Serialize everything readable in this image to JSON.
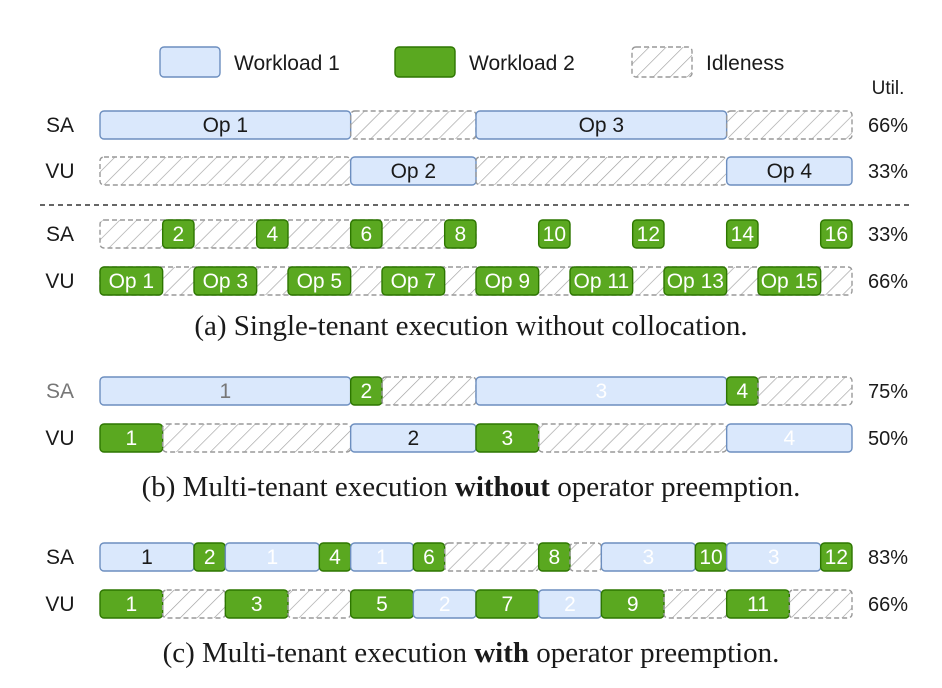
{
  "colors": {
    "workload1_fill": "#dae8fc",
    "workload1_stroke": "#6c8ebf",
    "workload2_fill": "#5aa820",
    "workload2_stroke": "#2d7600",
    "idle_stroke": "#999999",
    "text": "#1a1a1a",
    "muted_text": "#777777"
  },
  "legend": [
    {
      "kind": "w1",
      "label": "Workload 1"
    },
    {
      "kind": "w2",
      "label": "Workload 2"
    },
    {
      "kind": "idle",
      "label": "Idleness"
    }
  ],
  "util_header": "Util.",
  "timeline_length": 12,
  "sections": [
    {
      "caption_parts": [
        {
          "text": "(a) Single-tenant execution without collocation.",
          "bold": false
        }
      ],
      "rows": [
        {
          "label": "SA",
          "util": "66%",
          "segments": [
            {
              "kind": "w1",
              "start": 0,
              "end": 4,
              "label": "Op 1"
            },
            {
              "kind": "idle",
              "start": 4,
              "end": 6,
              "label": ""
            },
            {
              "kind": "w1",
              "start": 6,
              "end": 10,
              "label": "Op 3"
            },
            {
              "kind": "idle",
              "start": 10,
              "end": 12,
              "label": ""
            }
          ]
        },
        {
          "label": "VU",
          "util": "33%",
          "segments": [
            {
              "kind": "idle",
              "start": 0,
              "end": 4,
              "label": ""
            },
            {
              "kind": "w1",
              "start": 4,
              "end": 6,
              "label": "Op 2"
            },
            {
              "kind": "idle",
              "start": 6,
              "end": 10,
              "label": ""
            },
            {
              "kind": "w1",
              "start": 10,
              "end": 12,
              "label": "Op 4"
            }
          ]
        },
        {
          "label": "SA",
          "util": "33%",
          "segments": [
            {
              "kind": "idle",
              "start": 0,
              "end": 12,
              "label": ""
            },
            {
              "kind": "w2",
              "start": 2,
              "end": 3,
              "label": "2"
            },
            {
              "kind": "w2",
              "start": 5,
              "end": 6,
              "label": "4"
            },
            {
              "kind": "w2",
              "start": 8,
              "end": 9,
              "label": "6"
            },
            {
              "kind": "w2",
              "start": 11,
              "end": 12,
              "label": "8"
            },
            {
              "kind": "w2",
              "start": 14,
              "end": 15,
              "label": "10"
            },
            {
              "kind": "w2",
              "start": 17,
              "end": 18,
              "label": "12"
            },
            {
              "kind": "w2",
              "start": 20,
              "end": 21,
              "label": "14"
            },
            {
              "kind": "w2",
              "start": 23,
              "end": 24,
              "label": "16"
            }
          ],
          "scale": 24
        },
        {
          "label": "VU",
          "util": "66%",
          "segments": [
            {
              "kind": "idle",
              "start": 0,
              "end": 24,
              "label": ""
            },
            {
              "kind": "w2",
              "start": 0,
              "end": 2,
              "label": "Op 1"
            },
            {
              "kind": "w2",
              "start": 3,
              "end": 5,
              "label": "Op 3"
            },
            {
              "kind": "w2",
              "start": 6,
              "end": 8,
              "label": "Op 5"
            },
            {
              "kind": "w2",
              "start": 9,
              "end": 11,
              "label": "Op 7"
            },
            {
              "kind": "w2",
              "start": 12,
              "end": 14,
              "label": "Op 9"
            },
            {
              "kind": "w2",
              "start": 15,
              "end": 17,
              "label": "Op 11"
            },
            {
              "kind": "w2",
              "start": 18,
              "end": 20,
              "label": "Op 13"
            },
            {
              "kind": "w2",
              "start": 21,
              "end": 23,
              "label": "Op 15"
            }
          ],
          "scale": 24
        }
      ]
    },
    {
      "caption_parts": [
        {
          "text": "(b) Multi-tenant execution ",
          "bold": false
        },
        {
          "text": "without",
          "bold": true
        },
        {
          "text": " operator preemption.",
          "bold": false
        }
      ],
      "rows": [
        {
          "label": "SA",
          "label_muted": true,
          "util": "75%",
          "segments": [
            {
              "kind": "w1",
              "start": 0,
              "end": 4,
              "label": "1",
              "muted": true
            },
            {
              "kind": "w2",
              "start": 4,
              "end": 4.5,
              "label": "2"
            },
            {
              "kind": "idle",
              "start": 4.5,
              "end": 6,
              "label": ""
            },
            {
              "kind": "w1",
              "start": 6,
              "end": 10,
              "label": "3",
              "faint": true
            },
            {
              "kind": "w2",
              "start": 10,
              "end": 10.5,
              "label": "4"
            },
            {
              "kind": "idle",
              "start": 10.5,
              "end": 12,
              "label": ""
            }
          ]
        },
        {
          "label": "VU",
          "util": "50%",
          "segments": [
            {
              "kind": "w2",
              "start": 0,
              "end": 1,
              "label": "1"
            },
            {
              "kind": "idle",
              "start": 1,
              "end": 4,
              "label": ""
            },
            {
              "kind": "w1",
              "start": 4,
              "end": 6,
              "label": "2"
            },
            {
              "kind": "w2",
              "start": 6,
              "end": 7,
              "label": "3"
            },
            {
              "kind": "idle",
              "start": 7,
              "end": 10,
              "label": ""
            },
            {
              "kind": "w1",
              "start": 10,
              "end": 12,
              "label": "4",
              "faint": true
            }
          ]
        }
      ]
    },
    {
      "caption_parts": [
        {
          "text": "(c) Multi-tenant execution ",
          "bold": false
        },
        {
          "text": "with",
          "bold": true
        },
        {
          "text": " operator preemption.",
          "bold": false
        }
      ],
      "rows": [
        {
          "label": "SA",
          "util": "83%",
          "segments": [
            {
              "kind": "w1",
              "start": 0,
              "end": 1.5,
              "label": "1"
            },
            {
              "kind": "w2",
              "start": 1.5,
              "end": 2,
              "label": "2"
            },
            {
              "kind": "w1",
              "start": 2,
              "end": 3.5,
              "label": "1",
              "faint": true
            },
            {
              "kind": "w2",
              "start": 3.5,
              "end": 4,
              "label": "4"
            },
            {
              "kind": "w1",
              "start": 4,
              "end": 5,
              "label": "1",
              "faint": true
            },
            {
              "kind": "w2",
              "start": 5,
              "end": 5.5,
              "label": "6"
            },
            {
              "kind": "idle",
              "start": 5.5,
              "end": 7,
              "label": ""
            },
            {
              "kind": "w2",
              "start": 7,
              "end": 7.5,
              "label": "8"
            },
            {
              "kind": "idle",
              "start": 7.5,
              "end": 8,
              "label": ""
            },
            {
              "kind": "w1",
              "start": 8,
              "end": 9.5,
              "label": "3",
              "faint": true
            },
            {
              "kind": "w2",
              "start": 9.5,
              "end": 10,
              "label": "10"
            },
            {
              "kind": "w1",
              "start": 10,
              "end": 11.5,
              "label": "3",
              "faint": true
            },
            {
              "kind": "w2",
              "start": 11.5,
              "end": 12,
              "label": "12"
            }
          ]
        },
        {
          "label": "VU",
          "util": "66%",
          "segments": [
            {
              "kind": "w2",
              "start": 0,
              "end": 1,
              "label": "1"
            },
            {
              "kind": "idle",
              "start": 1,
              "end": 2,
              "label": ""
            },
            {
              "kind": "w2",
              "start": 2,
              "end": 3,
              "label": "3"
            },
            {
              "kind": "idle",
              "start": 3,
              "end": 4,
              "label": ""
            },
            {
              "kind": "w2",
              "start": 4,
              "end": 5,
              "label": "5"
            },
            {
              "kind": "w1",
              "start": 5,
              "end": 6,
              "label": "2",
              "faint": true
            },
            {
              "kind": "w2",
              "start": 6,
              "end": 7,
              "label": "7"
            },
            {
              "kind": "w1",
              "start": 7,
              "end": 8,
              "label": "2",
              "faint": true
            },
            {
              "kind": "w2",
              "start": 8,
              "end": 9,
              "label": "9"
            },
            {
              "kind": "idle",
              "start": 9,
              "end": 10,
              "label": ""
            },
            {
              "kind": "w2",
              "start": 10,
              "end": 11,
              "label": "11"
            },
            {
              "kind": "idle",
              "start": 11,
              "end": 12,
              "label": ""
            }
          ]
        }
      ]
    }
  ]
}
